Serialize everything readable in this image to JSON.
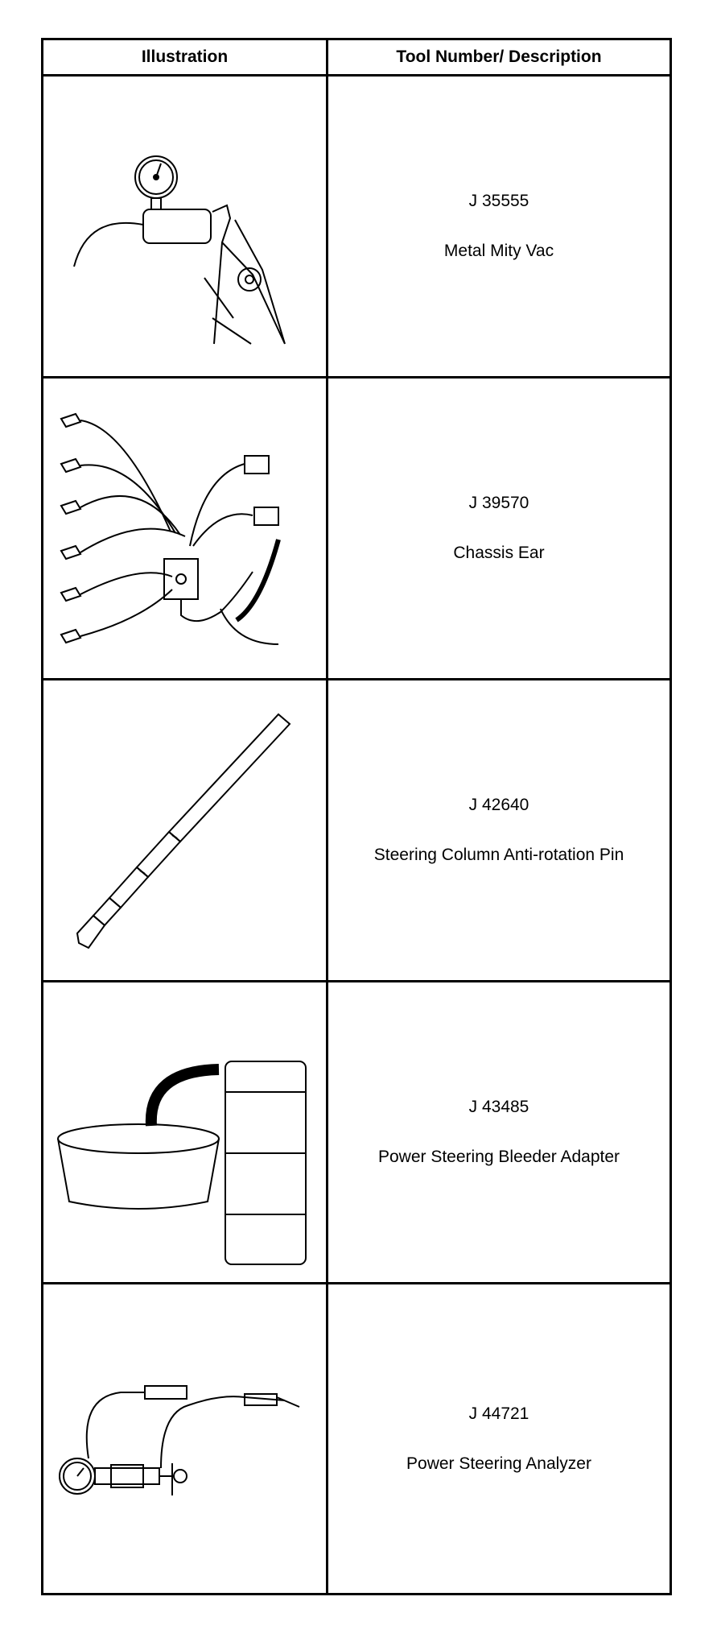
{
  "table": {
    "headers": {
      "illustration": "Illustration",
      "description": "Tool Number/ Description"
    },
    "rows": [
      {
        "tool_number": "J 35555",
        "description": "Metal Mity Vac",
        "icon": "vacuum-pump-icon"
      },
      {
        "tool_number": "J 39570",
        "description": "Chassis Ear",
        "icon": "chassis-ear-icon"
      },
      {
        "tool_number": "J 42640",
        "description": "Steering Column Anti-rotation Pin",
        "icon": "anti-rotation-pin-icon"
      },
      {
        "tool_number": "J 43485",
        "description": "Power Steering Bleeder Adapter",
        "icon": "bleeder-adapter-icon"
      },
      {
        "tool_number": "J 44721",
        "description": "Power Steering Analyzer",
        "icon": "analyzer-icon"
      }
    ]
  }
}
